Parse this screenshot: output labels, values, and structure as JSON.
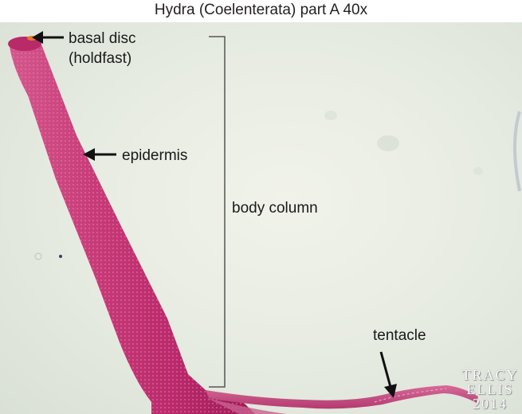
{
  "title": "Hydra (Coelenterata) part A 40x",
  "labels": {
    "basal_disc_line1": "basal disc",
    "basal_disc_line2": "(holdfast)",
    "epidermis": "epidermis",
    "body_column": "body column",
    "tentacle": "tentacle"
  },
  "watermark": {
    "line1": "TRACY",
    "line2": "ELLIS",
    "line3": "2014"
  },
  "colors": {
    "specimen": "#c0306c",
    "specimen_dark": "#a01a55",
    "background": "#e8ece3",
    "annotation": "#1a1a1a"
  }
}
